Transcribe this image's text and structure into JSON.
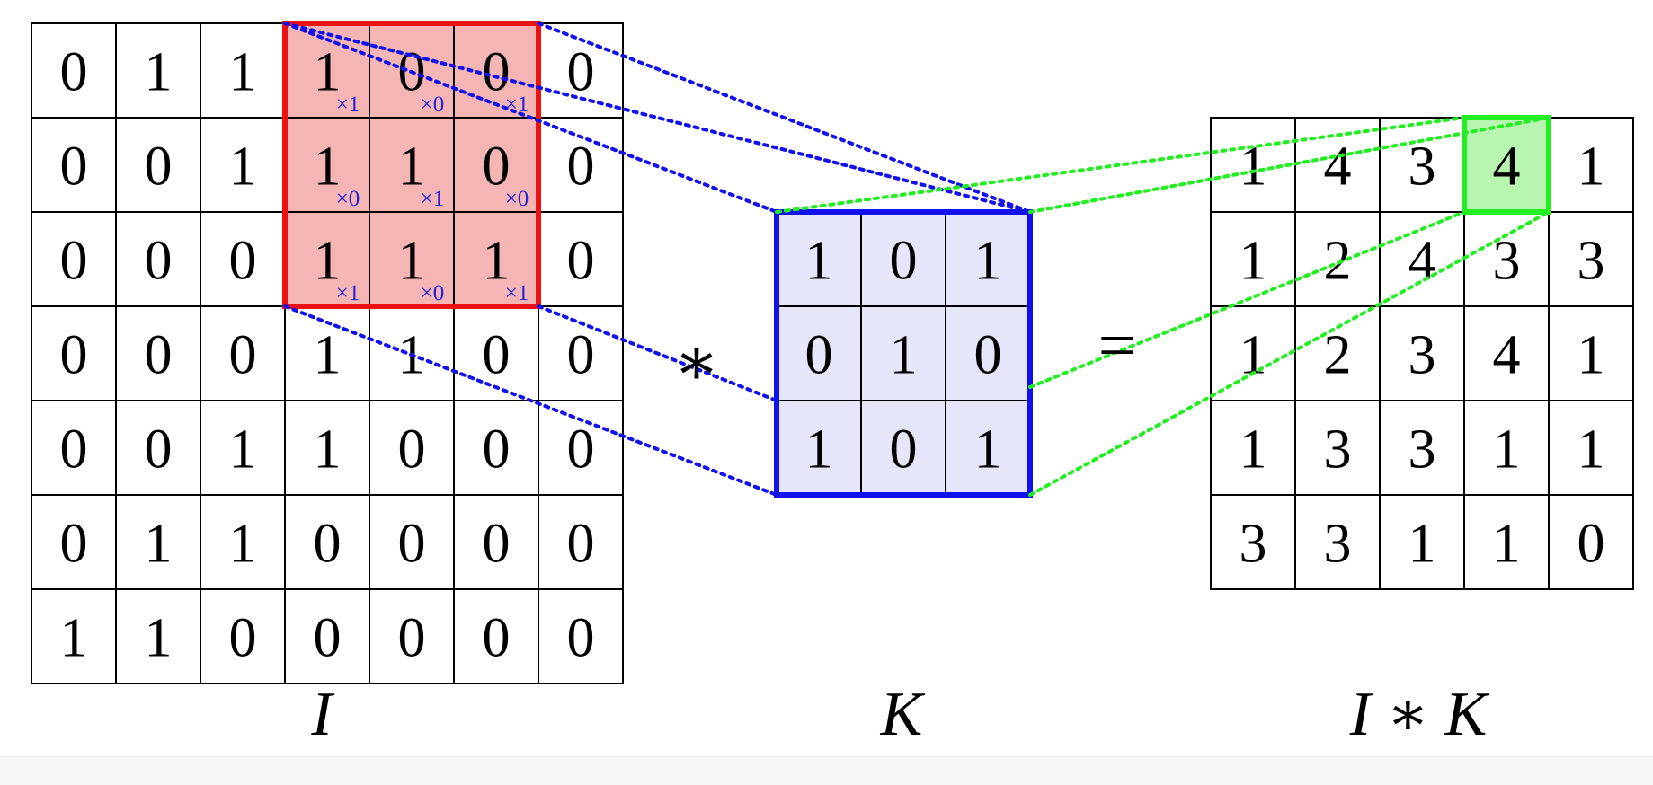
{
  "input_matrix": {
    "label": "I",
    "rows": [
      [
        "0",
        "1",
        "1",
        "1",
        "0",
        "0",
        "0"
      ],
      [
        "0",
        "0",
        "1",
        "1",
        "1",
        "0",
        "0"
      ],
      [
        "0",
        "0",
        "0",
        "1",
        "1",
        "1",
        "0"
      ],
      [
        "0",
        "0",
        "0",
        "1",
        "1",
        "0",
        "0"
      ],
      [
        "0",
        "0",
        "1",
        "1",
        "0",
        "0",
        "0"
      ],
      [
        "0",
        "1",
        "1",
        "0",
        "0",
        "0",
        "0"
      ],
      [
        "1",
        "1",
        "0",
        "0",
        "0",
        "0",
        "0"
      ]
    ],
    "window_multipliers": [
      [
        "×1",
        "×0",
        "×1"
      ],
      [
        "×0",
        "×1",
        "×0"
      ],
      [
        "×1",
        "×0",
        "×1"
      ]
    ]
  },
  "kernel_matrix": {
    "label": "K",
    "rows": [
      [
        "1",
        "0",
        "1"
      ],
      [
        "0",
        "1",
        "0"
      ],
      [
        "1",
        "0",
        "1"
      ]
    ]
  },
  "output_matrix": {
    "label": "I ∗ K",
    "rows": [
      [
        "1",
        "4",
        "3",
        "4",
        "1"
      ],
      [
        "1",
        "2",
        "4",
        "3",
        "3"
      ],
      [
        "1",
        "2",
        "3",
        "4",
        "1"
      ],
      [
        "1",
        "3",
        "3",
        "1",
        "1"
      ],
      [
        "3",
        "3",
        "1",
        "1",
        "0"
      ]
    ]
  },
  "operators": {
    "convolve": "∗",
    "equals": "="
  },
  "colors": {
    "window_stroke": "#ee1111",
    "window_fill": "#f5b5b5",
    "kernel_stroke": "#1111ee",
    "kernel_fill": "#e6e6fa",
    "output_highlight_stroke": "#22ee22",
    "output_highlight_fill": "#b8f5b0",
    "multiplier_text": "#2222dd"
  }
}
